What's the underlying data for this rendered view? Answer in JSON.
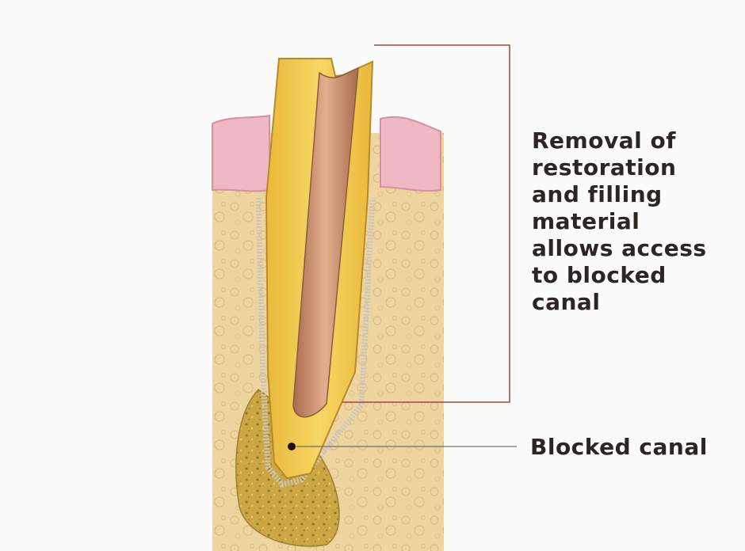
{
  "labels": {
    "removal": [
      "Removal of",
      "restoration",
      "and filling",
      "material",
      "allows access",
      "to blocked",
      "canal"
    ],
    "blocked_canal": "Blocked canal"
  },
  "colors": {
    "background": "#fbfbf9",
    "bone": "#eed5a0",
    "gum": "#f0b8c4",
    "root_dentin": "#f3cc54",
    "canal_access": "#c98a6a",
    "lesion": "#c9a640",
    "leader_line": "#a04848",
    "text": "#2b2622"
  }
}
